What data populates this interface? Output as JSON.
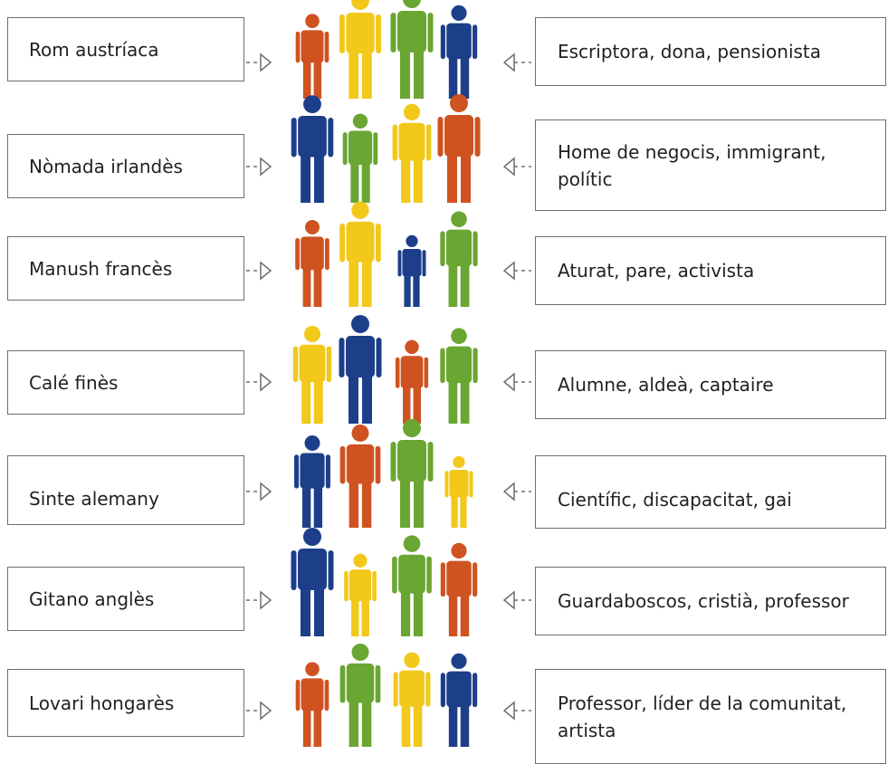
{
  "colors": {
    "orange": "#cf5321",
    "yellow": "#f2c81a",
    "green": "#6aa632",
    "blue": "#1d3f8a",
    "border": "#6d6e71",
    "text": "#231f20"
  },
  "rows": [
    {
      "group": "Rom austríaca",
      "roles": "Escriptora, dona, pensionista",
      "figures": [
        {
          "color": "orange",
          "icon": "person-icon"
        },
        {
          "color": "yellow",
          "icon": "person-icon"
        },
        {
          "color": "green",
          "icon": "person-icon"
        },
        {
          "color": "blue",
          "icon": "person-icon"
        }
      ]
    },
    {
      "group": "Nòmada irlandès",
      "roles": "Home de negocis, immigrant,\npolític",
      "figures": [
        {
          "color": "blue",
          "icon": "person-icon"
        },
        {
          "color": "green",
          "icon": "person-icon"
        },
        {
          "color": "yellow",
          "icon": "person-icon"
        },
        {
          "color": "orange",
          "icon": "person-icon"
        }
      ]
    },
    {
      "group": "Manush francès",
      "roles": "Aturat, pare, activista",
      "figures": [
        {
          "color": "orange",
          "icon": "person-icon"
        },
        {
          "color": "yellow",
          "icon": "person-icon"
        },
        {
          "color": "blue",
          "icon": "person-icon"
        },
        {
          "color": "green",
          "icon": "person-icon"
        }
      ]
    },
    {
      "group": "Calé finès",
      "roles": "Alumne, aldeà, captaire",
      "figures": [
        {
          "color": "yellow",
          "icon": "person-icon"
        },
        {
          "color": "blue",
          "icon": "person-icon"
        },
        {
          "color": "orange",
          "icon": "person-icon"
        },
        {
          "color": "green",
          "icon": "person-icon"
        }
      ]
    },
    {
      "group": "Sinte alemany",
      "roles": "Científic, discapacitat, gai",
      "figures": [
        {
          "color": "blue",
          "icon": "person-icon"
        },
        {
          "color": "orange",
          "icon": "person-icon"
        },
        {
          "color": "green",
          "icon": "person-icon"
        },
        {
          "color": "yellow",
          "icon": "person-icon"
        }
      ]
    },
    {
      "group": "Gitano anglès",
      "roles": "Guardaboscos, cristià, professor",
      "figures": [
        {
          "color": "blue",
          "icon": "person-icon"
        },
        {
          "color": "yellow",
          "icon": "person-icon"
        },
        {
          "color": "green",
          "icon": "person-icon"
        },
        {
          "color": "orange",
          "icon": "person-icon"
        }
      ]
    },
    {
      "group": "Lovari hongarès",
      "roles": "Professor, líder de la comunitat,\nartista",
      "figures": [
        {
          "color": "orange",
          "icon": "person-icon"
        },
        {
          "color": "green",
          "icon": "person-icon"
        },
        {
          "color": "yellow",
          "icon": "person-icon"
        },
        {
          "color": "blue",
          "icon": "person-icon"
        }
      ]
    }
  ]
}
